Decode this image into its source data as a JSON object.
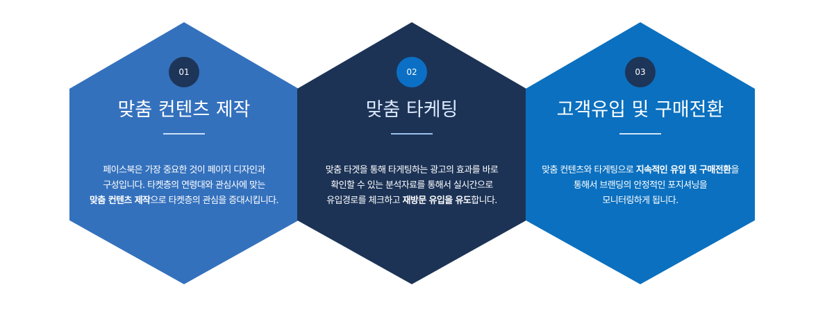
{
  "cards": [
    {
      "number": "01",
      "title": "맞춤 컨텐츠 제작",
      "lines": [
        [
          "페이스북은 가장 중요한 것이 페이지 디자인과"
        ],
        [
          "구성입니다. 타켓층의 연령대와 관심사에 맞는"
        ],
        [
          "맞춤 컨텐츠 제작",
          "으로 타켓층의 관심을 증대시킵니다."
        ]
      ]
    },
    {
      "number": "02",
      "title": "맞춤 타케팅",
      "lines": [
        [
          "맞춤 타겟을 통해 타게팅하는 광고의 효과를 바로"
        ],
        [
          "확인할 수 있는 분석자료를 통해서 실시간으로"
        ],
        [
          "유입경로를 체크하고 ",
          "재방문 유입을 유도",
          "합니다."
        ]
      ]
    },
    {
      "number": "03",
      "title": "고객유입 및 구매전환",
      "lines": [
        [
          "맞춤 컨텐츠와 타게팅으로 ",
          "지속적인 유입 및 구매전환",
          "을"
        ],
        [
          "통해서 브랜딩의 안정적인 포지셔닝을"
        ],
        [
          "모니터링하게 됩니다."
        ]
      ]
    }
  ]
}
